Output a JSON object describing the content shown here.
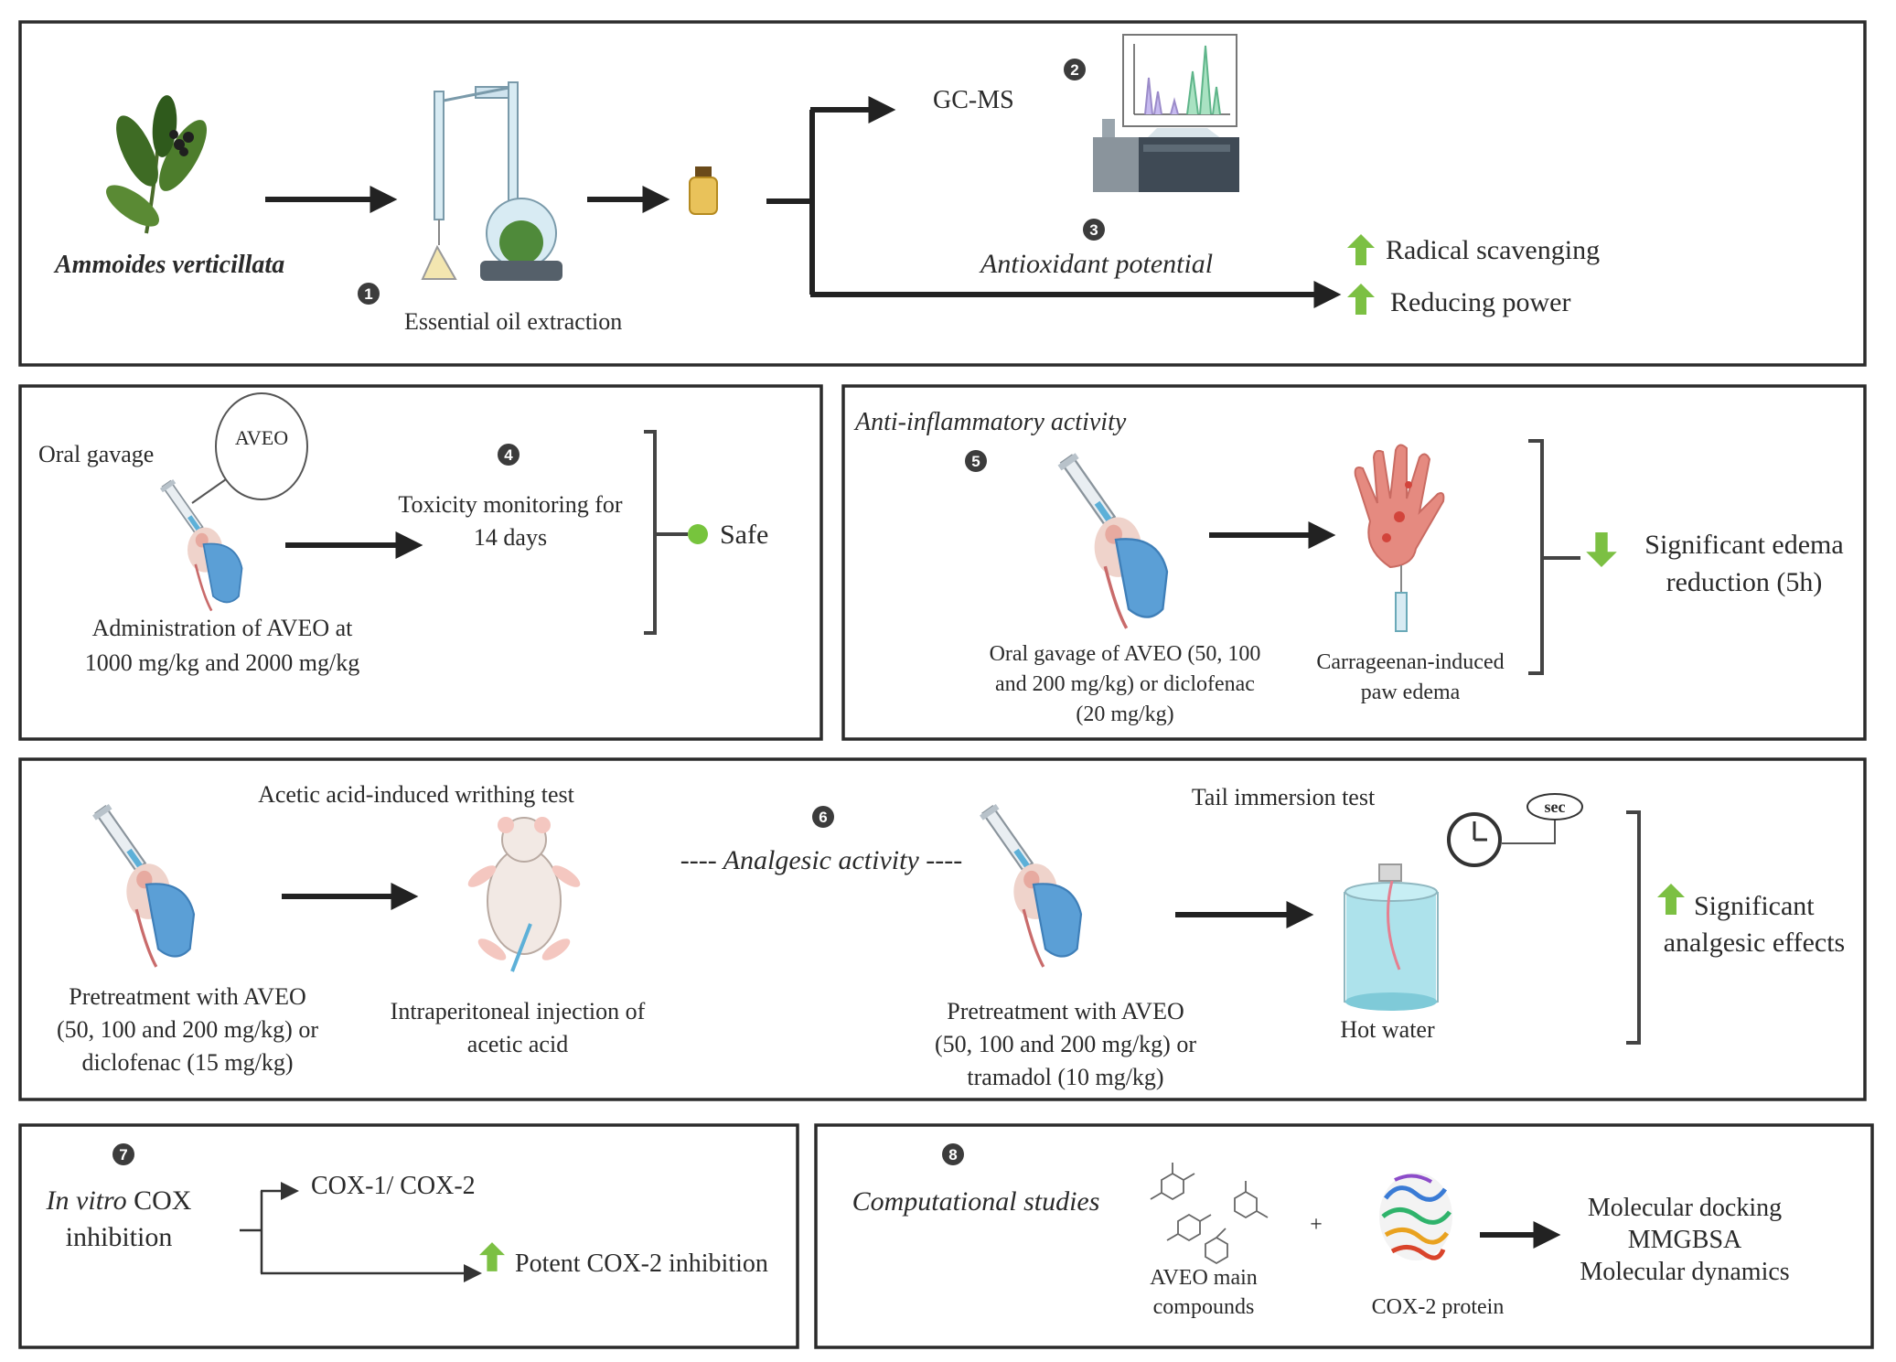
{
  "section1": {
    "plant_name": "Ammoides verticillata",
    "step1": "1",
    "extraction_label": "Essential oil extraction",
    "gcms_label": "GC-MS",
    "step2": "2",
    "step3": "3",
    "antioxidant_label": "Antioxidant potential",
    "outcome_radical": "Radical scavenging",
    "outcome_reducing": "Reducing power"
  },
  "section2": {
    "oral_gavage": "Oral gavage",
    "aveo_bubble": "AVEO",
    "step4": "4",
    "toxicity_line1": "Toxicity monitoring for",
    "toxicity_line2": "14 days",
    "safe": "Safe",
    "admin_line1": "Administration of AVEO at",
    "admin_line2": "1000 mg/kg and 2000 mg/kg"
  },
  "section3": {
    "title": "Anti-inflammatory activity",
    "step5": "5",
    "gavage_line1": "Oral gavage of AVEO (50, 100",
    "gavage_line2": "and 200 mg/kg) or diclofenac",
    "gavage_line3": "(20 mg/kg)",
    "edema_line1": "Carrageenan-induced",
    "edema_line2": "paw edema",
    "result_line1": "Significant edema",
    "result_line2": "reduction (5h)"
  },
  "section4": {
    "writhing_title": "Acetic acid-induced writhing test",
    "step6": "6",
    "analgesic_title": "---- Analgesic activity ----",
    "tail_title": "Tail immersion test",
    "sec_label": "sec",
    "pre1_line1": "Pretreatment with AVEO",
    "pre1_line2": "(50, 100 and 200 mg/kg) or",
    "pre1_line3": "diclofenac (15 mg/kg)",
    "ip_line1": "Intraperitoneal injection of",
    "ip_line2": "acetic acid",
    "pre2_line1": "Pretreatment with AVEO",
    "pre2_line2": "(50, 100 and 200 mg/kg) or",
    "pre2_line3": "tramadol (10 mg/kg)",
    "hot_water": "Hot water",
    "result_line1": "Significant",
    "result_line2": "analgesic effects"
  },
  "section5": {
    "step7": "7",
    "title_italic": "In vitro",
    "title_rest": " COX",
    "title_line2": "inhibition",
    "cox_label": "COX-1/ COX-2",
    "result": "Potent COX-2 inhibition"
  },
  "section6": {
    "step8": "8",
    "title": "Computational studies",
    "plus": "+",
    "compounds_line1": "AVEO main",
    "compounds_line2": "compounds",
    "protein_label": "COX-2 protein",
    "method1": "Molecular docking",
    "method2": "MMGBSA",
    "method3": "Molecular dynamics"
  },
  "colors": {
    "up_arrow": "#7cc043",
    "safe_dot": "#77c43d",
    "glove": "#5b9fd6",
    "paw": "#e58a80",
    "water": "#9fdde8"
  }
}
